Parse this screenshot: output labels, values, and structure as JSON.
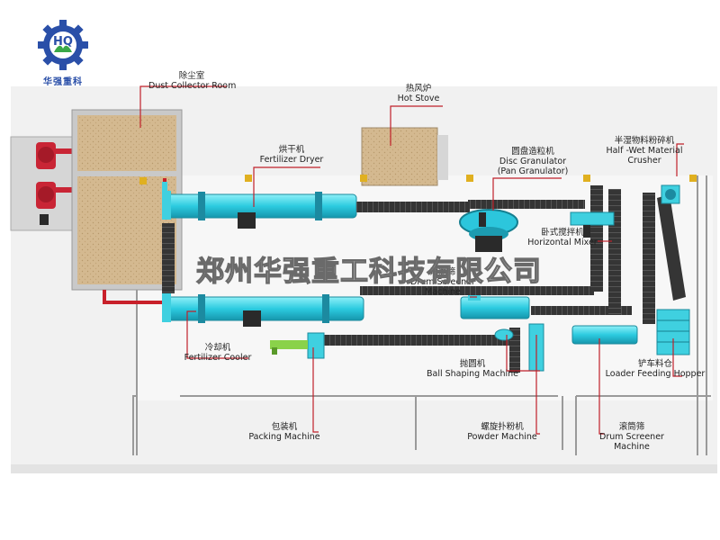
{
  "logo": {
    "letters": "HQ",
    "caption": "华强重科"
  },
  "watermark": "郑州华强重工科技有限公司",
  "labels": {
    "dust_collector": {
      "zh": "除尘室",
      "en": "Dust Collector Room"
    },
    "hot_stove": {
      "zh": "热风炉",
      "en": "Hot Stove"
    },
    "fertilizer_dryer": {
      "zh": "烘干机",
      "en": "Fertilizer Dryer"
    },
    "disc_granulator": {
      "zh": "圆盘造粒机",
      "en": "Disc Granulator",
      "en2": "(Pan Granulator)"
    },
    "crusher": {
      "zh": "半湿物料粉碎机",
      "en": "Half -Wet Material",
      "en2": "Crusher"
    },
    "horizontal_mixer": {
      "zh": "卧式搅拌机",
      "en": "Horizontal Mixer"
    },
    "drum_screener_mid": {
      "zh": "滚筒筛",
      "en": "Drum Screener",
      "en2": "Machine"
    },
    "fertilizer_cooler": {
      "zh": "冷却机",
      "en": "Fertilizer Cooler"
    },
    "ball_shaping": {
      "zh": "抛圆机",
      "en": "Ball Shaping Machine"
    },
    "loader_hopper": {
      "zh": "铲车料仓",
      "en": "Loader Feeding Hopper"
    },
    "packing": {
      "zh": "包装机",
      "en": "Packing Machine"
    },
    "powder_machine": {
      "zh": "螺旋扑粉机",
      "en": "Powder Machine"
    },
    "drum_screener_low": {
      "zh": "滚筒筛",
      "en": "Drum Screener",
      "en2": "Machine"
    }
  },
  "colors": {
    "machine_cyan": "#3fd0e0",
    "conveyor": "#3a3a3a",
    "leader_line": "#c0202a",
    "pipe_red": "#c8202a",
    "logo_blue": "#2a4fa8",
    "logo_green": "#3aa848",
    "room_tan": "#d2b58c"
  }
}
